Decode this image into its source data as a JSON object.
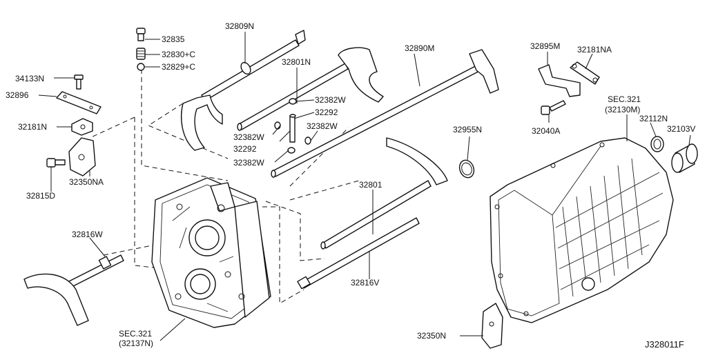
{
  "diagram_code": "J328011F",
  "labels": {
    "p32835": "32835",
    "p32830c": "32830+C",
    "p32829c": "32829+C",
    "p32809n": "32809N",
    "p32801n": "32801N",
    "p32890m": "32890M",
    "p32895m": "32895M",
    "p32181na": "32181NA",
    "p34133n": "34133N",
    "p32896": "32896",
    "p32181n": "32181N",
    "p32815d": "32815D",
    "p32350na": "32350NA",
    "p32382w_a": "32382W",
    "p32292_a": "32292",
    "p32382w_b": "32382W",
    "p32382w_c": "32382W",
    "p32292_b": "32292",
    "p32382w_d": "32382W",
    "p32955n": "32955N",
    "p32040a": "32040A",
    "sec321_right_a": "SEC.321",
    "sec321_right_b": "(32130M)",
    "p32112n": "32112N",
    "p32103v": "32103V",
    "p32816w": "32816W",
    "p32801": "32801",
    "p32816v": "32816V",
    "sec321_left_a": "SEC.321",
    "sec321_left_b": "(32137N)",
    "p32350n": "32350N"
  }
}
